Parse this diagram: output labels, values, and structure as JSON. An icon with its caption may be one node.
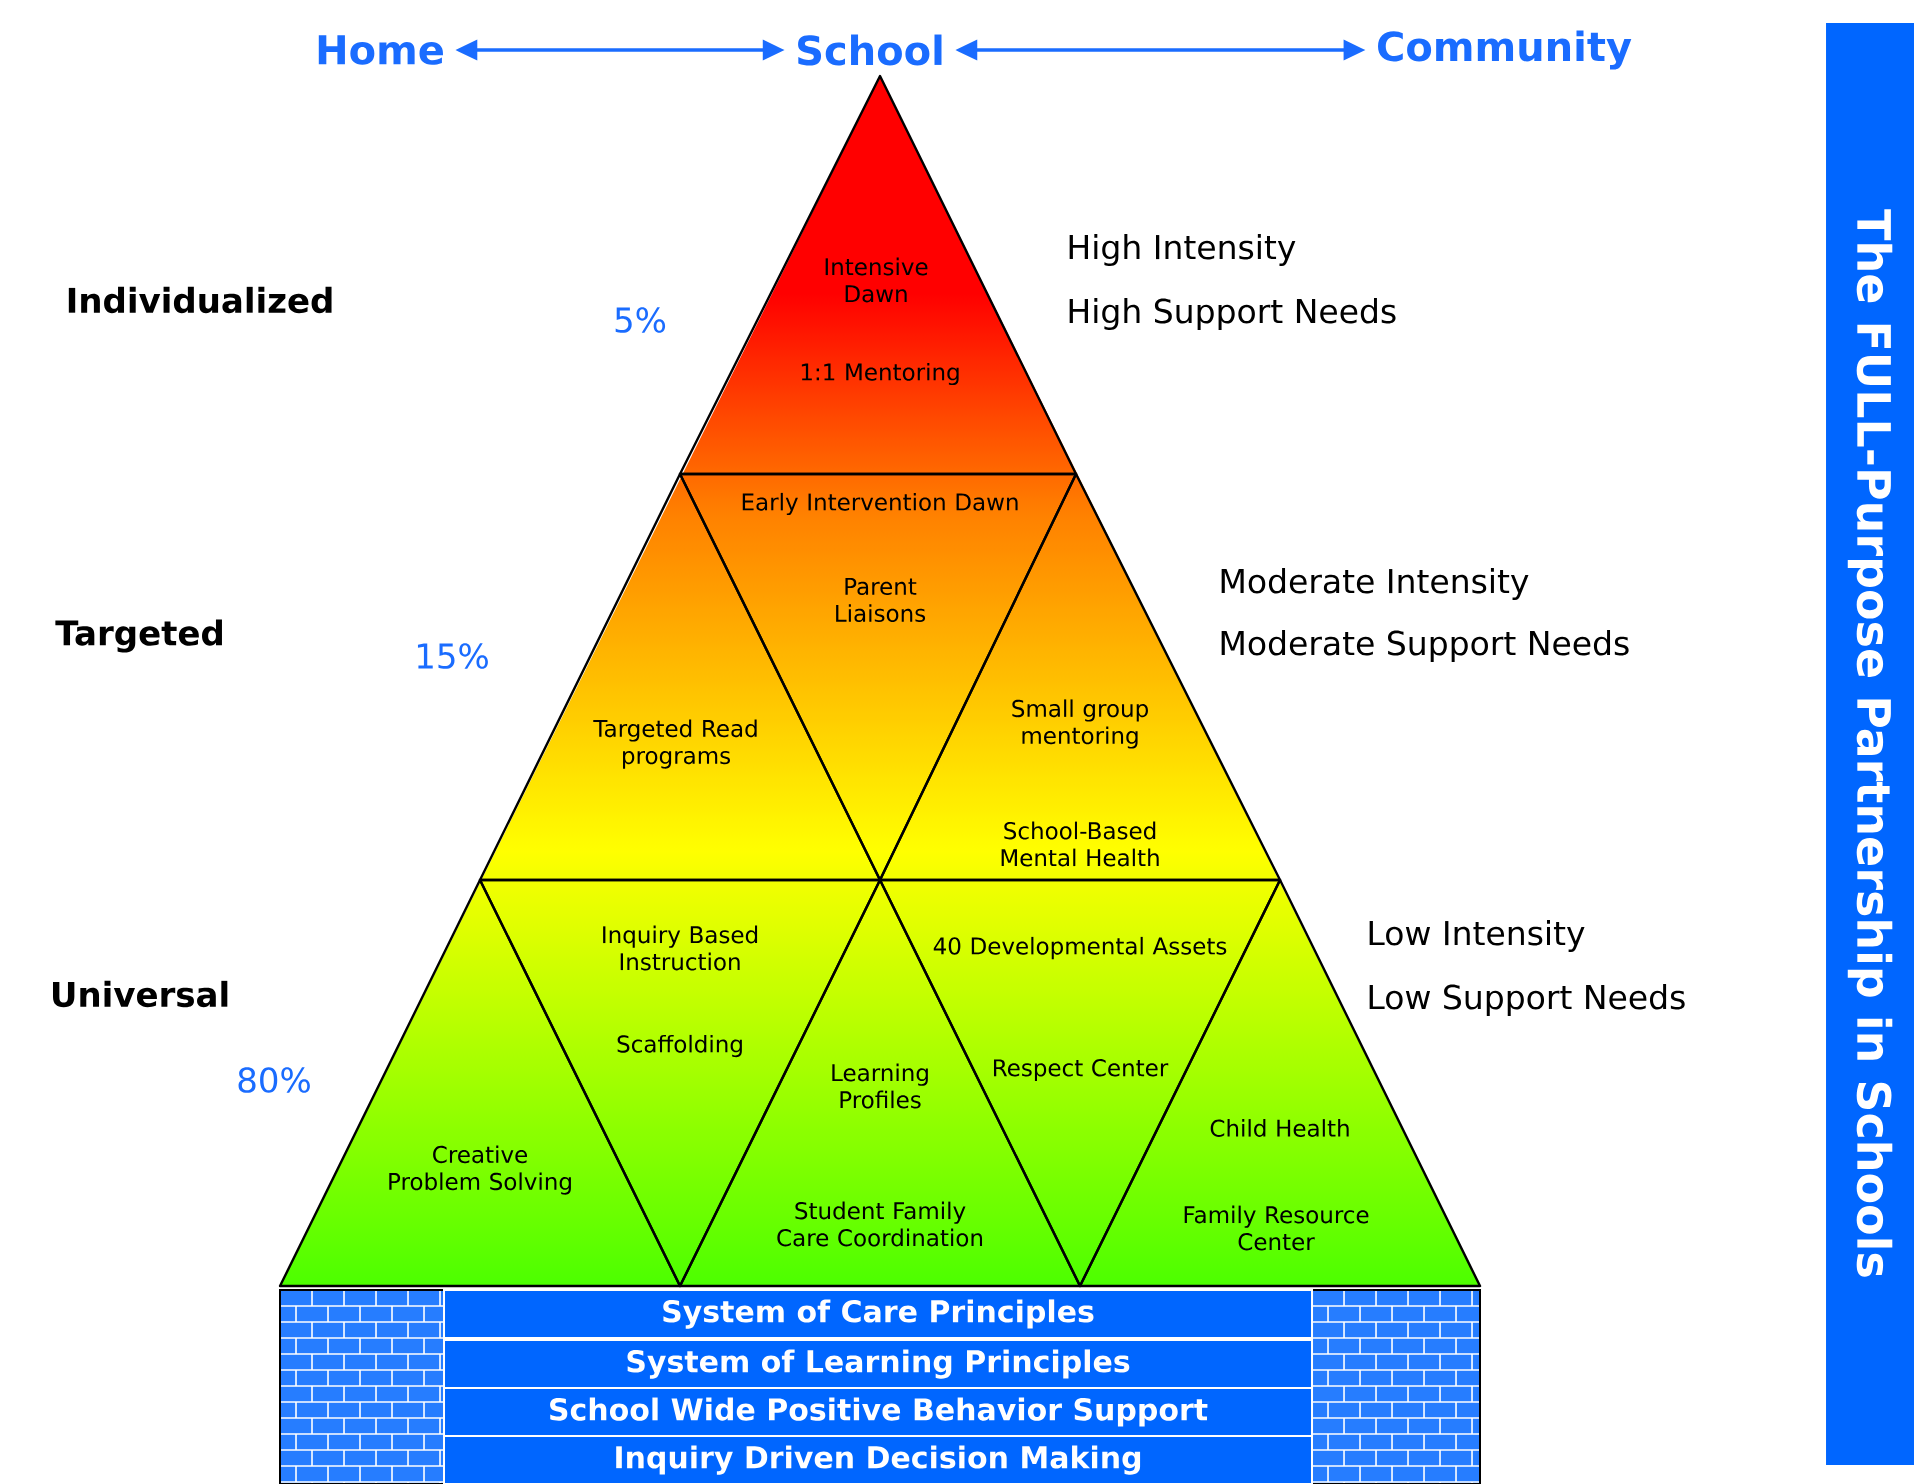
{
  "diagram": {
    "nodes": [
      {
        "text": [
          "Home"
        ]
      },
      {
        "text": [
          "School"
        ]
      },
      {
        "text": [
          "Community"
        ]
      },
      {
        "text": [
          "Intensive Dawn",
          "1:1 Mentoring"
        ]
      },
      {
        "text": [
          "Targeted Read programs"
        ]
      },
      {
        "text": [
          "Early Intervention Dawn",
          "Parent Liaisons"
        ]
      },
      {
        "text": [
          "Small group mentoring",
          "School-Based Mental Health"
        ]
      },
      {
        "text": [
          "Creative Problem Solving"
        ]
      },
      {
        "text": [
          "Inquiry Based Instruction",
          "Scaffolding"
        ]
      },
      {
        "text": [
          "Learning Profiles",
          "Student Family Care Coordination"
        ]
      },
      {
        "text": [
          "40 Developmental Assets",
          "Respect Center"
        ]
      },
      {
        "text": [
          "Child Health",
          "Family Resource Center"
        ]
      },
      {
        "text": [
          "System of Care Principles"
        ]
      },
      {
        "text": [
          "System of Learning Principles"
        ]
      },
      {
        "text": [
          "School Wide Positive Behavior Support"
        ]
      },
      {
        "text": [
          "Inquiry Driven Decision Making"
        ]
      },
      {
        "text": [
          "The FULL-Purpose Partnership in Schools"
        ]
      }
    ],
    "edges": [
      {
        "from": 0,
        "to": 1,
        "arrow": "both"
      },
      {
        "from": 1,
        "to": 2,
        "arrow": "both"
      }
    ],
    "labels": [
      "Individualized",
      "5%",
      "High Intensity",
      "High Support Needs",
      "Targeted",
      "15%",
      "Moderate Intensity",
      "Moderate Support Needs",
      "Universal",
      "80%",
      "Low Intensity",
      "Low Support Needs"
    ]
  }
}
